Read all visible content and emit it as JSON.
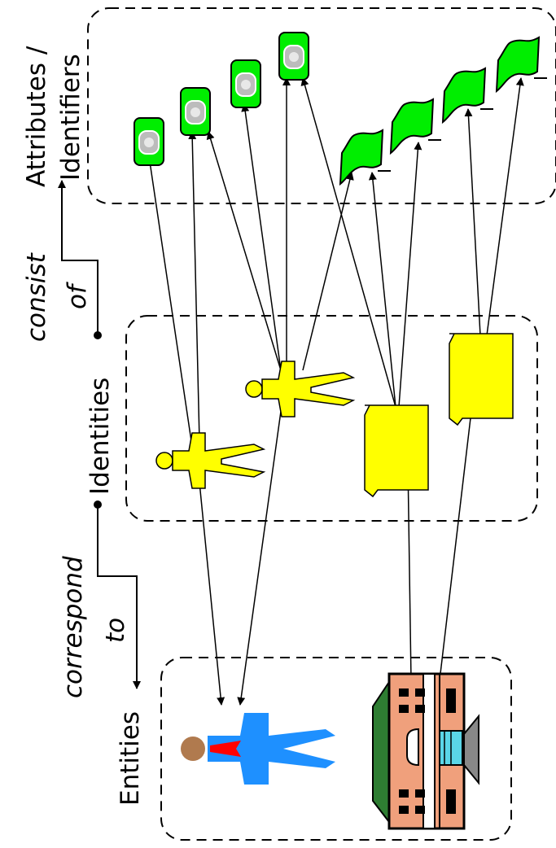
{
  "labels": {
    "entities": "Entities",
    "identities": "Identities",
    "attributes_line1": "Attributes /",
    "attributes_line2": "Identifiers",
    "correspond_line1": "correspond",
    "correspond_line2": "to",
    "consist_line1": "consist",
    "consist_line2": "of"
  },
  "icons": {
    "entities": [
      "person-entity-icon",
      "building-entity-icon"
    ],
    "identities": [
      "person-identity-icon",
      "person-identity-icon",
      "document-identity-icon",
      "document-identity-icon"
    ],
    "attributes": [
      "id-card-icon",
      "id-card-icon",
      "id-card-icon",
      "id-card-icon",
      "flag-attribute-icon",
      "flag-attribute-icon",
      "flag-attribute-icon",
      "flag-attribute-icon"
    ]
  },
  "colors": {
    "identity": "#ffff00",
    "attribute": "#00ee00",
    "person_suit": "#1e90ff",
    "person_head": "#b07a4e",
    "tie": "#ff0000",
    "building_wall": "#f0a07c",
    "building_roof": "#2e7d32",
    "border": "#000000"
  }
}
